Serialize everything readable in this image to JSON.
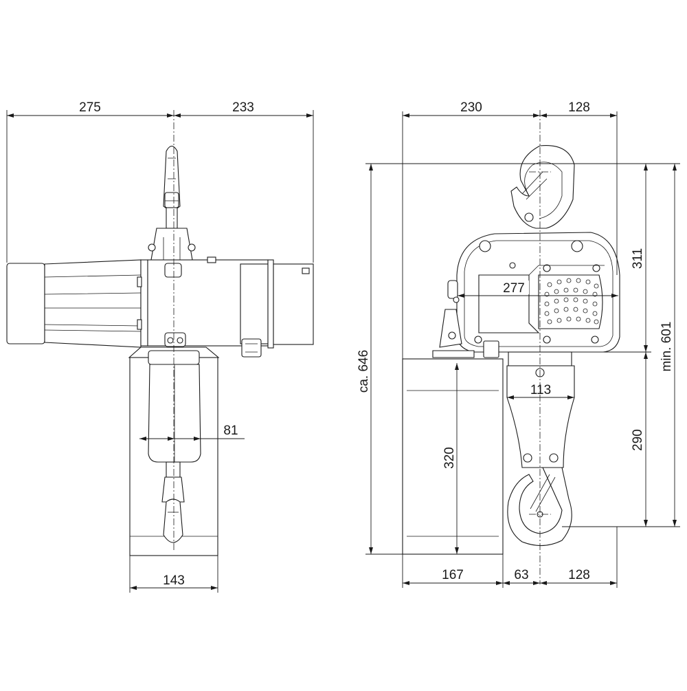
{
  "dimensions": {
    "front_left_width": "275",
    "front_right_width": "233",
    "front_chain_offset": "81",
    "front_bag_width": "143",
    "side_top_left": "230",
    "side_top_right": "128",
    "side_overall_height": "ca. 646",
    "side_hook_to_body": "311",
    "side_min_height": "min. 601",
    "side_body_depth": "277",
    "side_block_width": "113",
    "side_block_height": "290",
    "side_bag_height": "320",
    "side_bottom_bag": "167",
    "side_bottom_gap": "63",
    "side_bottom_right": "128"
  },
  "colors": {
    "line": "#1a1a1a",
    "background": "#ffffff"
  }
}
